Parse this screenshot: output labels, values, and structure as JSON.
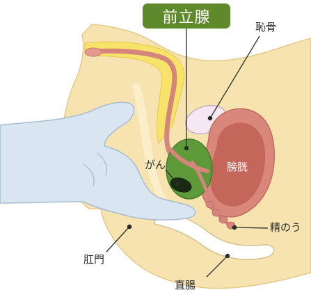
{
  "title": "前立腺",
  "labels": {
    "pubic_bone": "恥骨",
    "bladder": "膀胱",
    "cancer": "がん",
    "seminal_vesicle": "精のう",
    "anus": "肛門",
    "rectum": "直腸"
  },
  "colors": {
    "title_bg": "#5e8a2c",
    "prostate": "#5e9a3a",
    "bladder_outer": "#d9877a",
    "bladder_inner": "#c4665a",
    "urethra": "#d5857b",
    "skin": "#f6e3b0",
    "glove": "#d9e6f2",
    "cancer": "#1a2a12",
    "pubic_bone": "#f5e8f3"
  },
  "icons": [
    "gloved-finger",
    "leader-dot"
  ]
}
